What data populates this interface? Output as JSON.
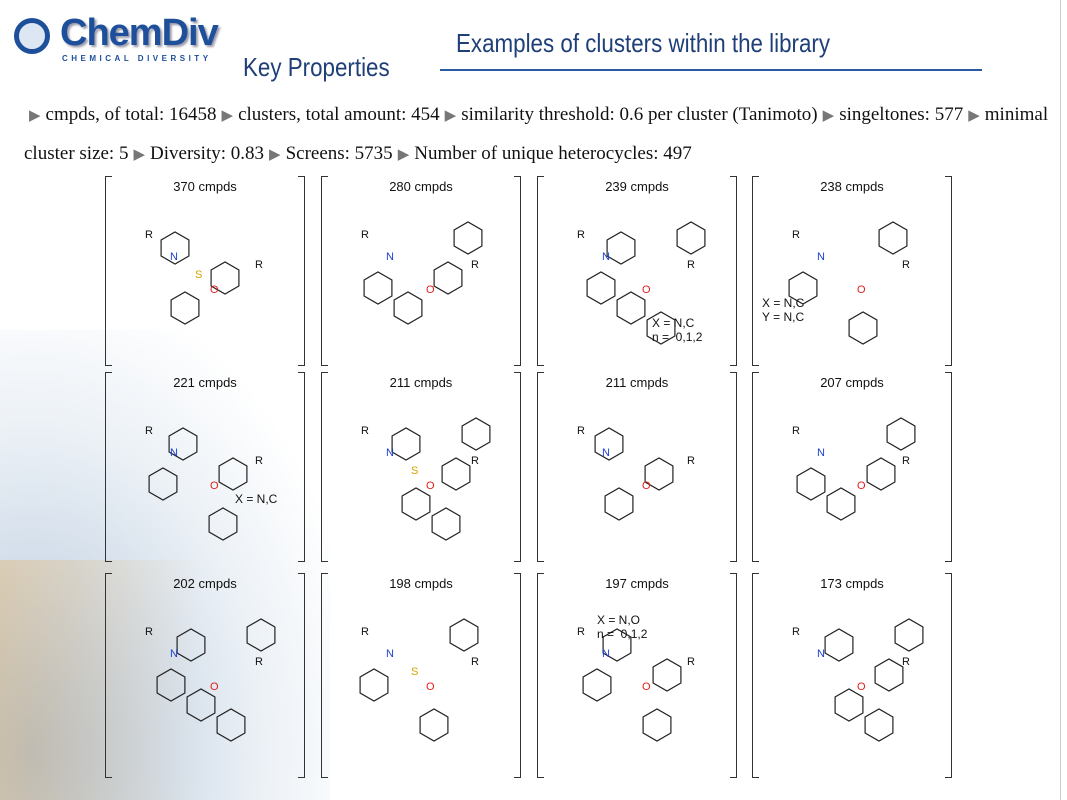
{
  "header": {
    "logo_text": "ChemDiv",
    "logo_subtext": "CHEMICAL DIVERSITY",
    "title": "Examples of clusters within the library",
    "subtitle": "Key Properties"
  },
  "stats": [
    "cmpds, of total: 16458",
    "clusters, total amount: 454",
    "similarity threshold: 0.6 per cluster (Tanimoto)",
    "singeltones: 577",
    "minimal cluster size: 5",
    "Diversity: 0.83",
    "Screens: 5735",
    "Number of unique heterocycles: 497"
  ],
  "colors": {
    "title": "#1f3f78",
    "oxygen": "#e0201b",
    "nitrogen": "#1a3fd0",
    "sulfur": "#d4a300"
  },
  "clusters": [
    {
      "count": "370 cmpds",
      "note": ""
    },
    {
      "count": "280 cmpds",
      "note": ""
    },
    {
      "count": "239 cmpds",
      "note": "X = N,C\nn =  0,1,2"
    },
    {
      "count": "238 cmpds",
      "note": "X = N,C\nY = N,C"
    },
    {
      "count": "221 cmpds",
      "note": "X = N,C"
    },
    {
      "count": "211 cmpds",
      "note": ""
    },
    {
      "count": "211 cmpds",
      "note": ""
    },
    {
      "count": "207 cmpds",
      "note": ""
    },
    {
      "count": "202 cmpds",
      "note": ""
    },
    {
      "count": "198 cmpds",
      "note": ""
    },
    {
      "count": "197 cmpds",
      "note": "X = N,O\nn =  0,1,2"
    },
    {
      "count": "173 cmpds",
      "note": ""
    }
  ]
}
